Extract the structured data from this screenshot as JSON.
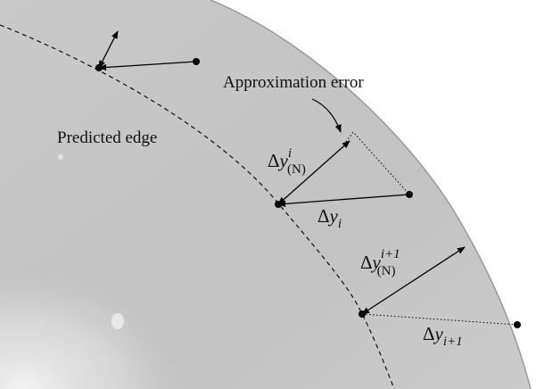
{
  "labels": {
    "approximation_error": "Approximation error",
    "predicted_edge": "Predicted edge",
    "delta_y_i_N": {
      "delta": "Δ",
      "y": "y",
      "sup": "i",
      "sub": "(N)"
    },
    "delta_y_i": {
      "delta": "Δ",
      "y": "y",
      "sub": "i"
    },
    "delta_y_i1_N": {
      "delta": "Δ",
      "y": "y",
      "sup": "i+1",
      "sub": "(N)"
    },
    "delta_y_i1": {
      "delta": "Δ",
      "y": "y",
      "sub": "i+1"
    }
  },
  "colors": {
    "background": "#ffffff",
    "outer_region": "#cfcfcf",
    "inner_region": "#c6c6c6",
    "lower_left_bright": "#e4e4e4",
    "ink": "#000000"
  }
}
